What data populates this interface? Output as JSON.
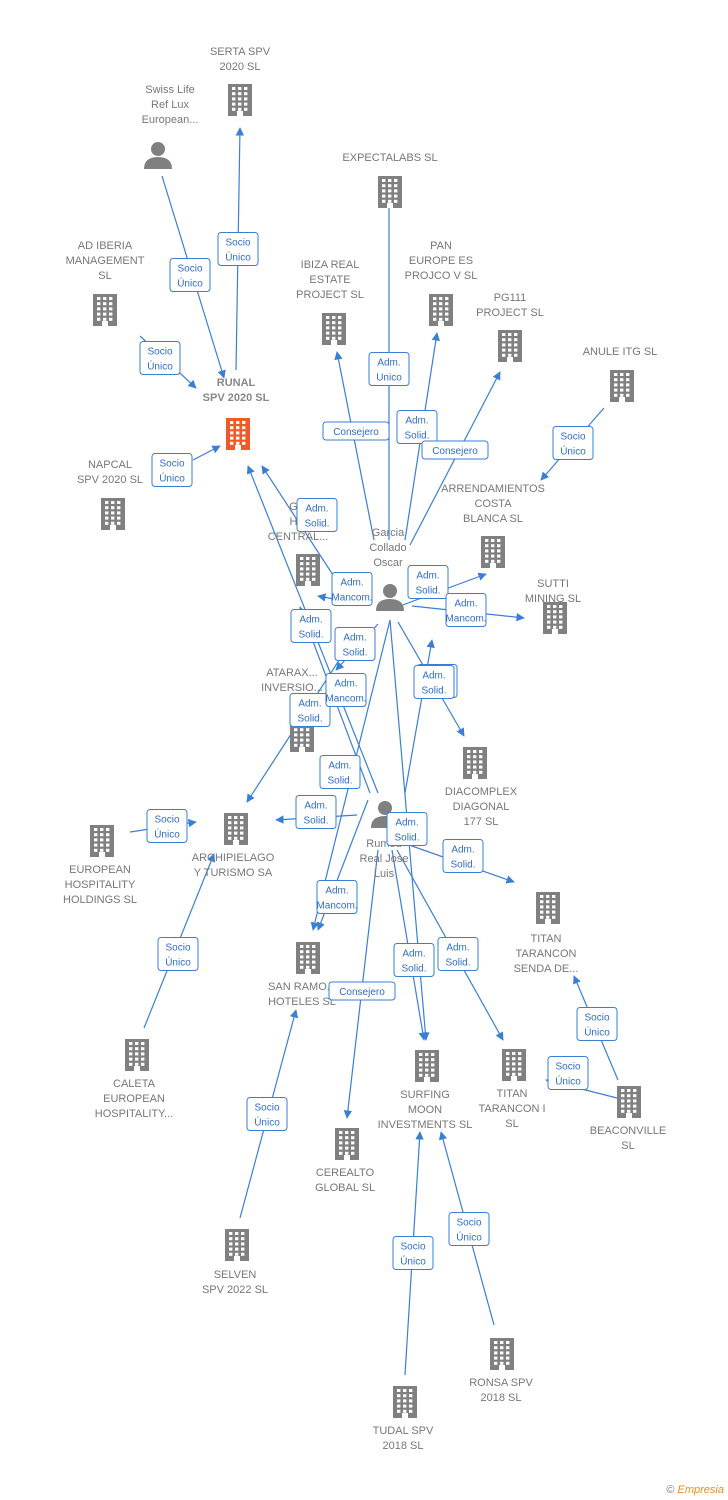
{
  "nodes": [
    {
      "id": "serta",
      "type": "company",
      "lines": [
        "SERTA SPV",
        "2020  SL"
      ]
    },
    {
      "id": "swiss",
      "type": "person",
      "lines": [
        "Swiss Life",
        "Ref Lux",
        "European..."
      ]
    },
    {
      "id": "expectalabs",
      "type": "company",
      "lines": [
        "EXPECTALABS SL"
      ]
    },
    {
      "id": "adiberia",
      "type": "company",
      "lines": [
        "AD IBERIA",
        "MANAGEMENT",
        "SL"
      ]
    },
    {
      "id": "pan",
      "type": "company",
      "lines": [
        "PAN",
        "EUROPE ES",
        "PROJCO V SL"
      ]
    },
    {
      "id": "ibiza",
      "type": "company",
      "lines": [
        "IBIZA REAL",
        "ESTATE",
        "PROJECT  SL"
      ]
    },
    {
      "id": "pg111",
      "type": "company",
      "lines": [
        "PG111",
        "PROJECT  SL"
      ]
    },
    {
      "id": "anule",
      "type": "company",
      "lines": [
        "ANULE ITG  SL"
      ]
    },
    {
      "id": "runal",
      "type": "focus",
      "lines": [
        "RUNAL",
        "SPV 2020  SL"
      ]
    },
    {
      "id": "napcal",
      "type": "company",
      "lines": [
        "NAPCAL",
        "SPV 2020  SL"
      ]
    },
    {
      "id": "arrend",
      "type": "company",
      "lines": [
        "ARRENDAMIENTOS",
        "COSTA",
        "BLANCA SL"
      ]
    },
    {
      "id": "garcia",
      "type": "person",
      "lines": [
        "Garcia",
        "Collado",
        "Oscar"
      ]
    },
    {
      "id": "gcentral",
      "type": "company",
      "lines": [
        "G...",
        "H...",
        "CENTRAL..."
      ]
    },
    {
      "id": "sutti",
      "type": "company",
      "lines": [
        "SUTTI",
        "MINING SL"
      ]
    },
    {
      "id": "atarax",
      "type": "company",
      "lines": [
        "ATARAX...",
        "INVERSIO..."
      ]
    },
    {
      "id": "diacomplex",
      "type": "company",
      "lines": [
        "DIACOMPLEX",
        "DIAGONAL",
        "177  SL"
      ]
    },
    {
      "id": "european",
      "type": "company",
      "lines": [
        "EUROPEAN",
        "HOSPITALITY",
        "HOLDINGS  SL"
      ]
    },
    {
      "id": "archip",
      "type": "company",
      "lines": [
        "ARCHIPIELAGO",
        "Y TURISMO SA"
      ]
    },
    {
      "id": "rumeu",
      "type": "person",
      "lines": [
        "Rumeu",
        "Real Jose",
        "Luis"
      ]
    },
    {
      "id": "titansenda",
      "type": "company",
      "lines": [
        "TITAN",
        "TARANCON",
        "SENDA DE..."
      ]
    },
    {
      "id": "sanramon",
      "type": "company",
      "lines": [
        "SAN RAMO...",
        "HOTELES SL"
      ]
    },
    {
      "id": "caleta",
      "type": "company",
      "lines": [
        "CALETA",
        "EUROPEAN",
        "HOSPITALITY..."
      ]
    },
    {
      "id": "surfing",
      "type": "company",
      "lines": [
        "SURFING",
        "MOON",
        "INVESTMENTS SL"
      ]
    },
    {
      "id": "titani",
      "type": "company",
      "lines": [
        "TITAN",
        "TARANCON I",
        "SL"
      ]
    },
    {
      "id": "beaconville",
      "type": "company",
      "lines": [
        "BEACONVILLE",
        "SL"
      ]
    },
    {
      "id": "cerealto",
      "type": "company",
      "lines": [
        "CEREALTO",
        "GLOBAL  SL"
      ]
    },
    {
      "id": "selven",
      "type": "company",
      "lines": [
        "SELVEN",
        "SPV 2022  SL"
      ]
    },
    {
      "id": "ronsa",
      "type": "company",
      "lines": [
        "RONSA SPV",
        "2018  SL"
      ]
    },
    {
      "id": "tudal",
      "type": "company",
      "lines": [
        "TUDAL SPV",
        "2018  SL"
      ]
    }
  ],
  "edges": [
    {
      "from": "runal",
      "to": "serta",
      "label": [
        "Socio",
        "Único"
      ]
    },
    {
      "from": "swiss",
      "to": "runal",
      "label": [
        "Socio",
        "Único"
      ]
    },
    {
      "from": "adiberia",
      "to": "runal",
      "label": [
        "Socio",
        "Único"
      ]
    },
    {
      "from": "napcal",
      "to": "runal",
      "label": [
        "Socio",
        "Único"
      ]
    },
    {
      "from": "garcia",
      "to": "expectalabs",
      "label": [
        "Adm.",
        "Unico"
      ]
    },
    {
      "from": "garcia",
      "to": "ibiza",
      "label": [
        "Consejero"
      ]
    },
    {
      "from": "garcia",
      "to": "pan",
      "label": [
        "Adm.",
        "Solid."
      ]
    },
    {
      "from": "garcia",
      "to": "pg111",
      "label": [
        "Consejero"
      ]
    },
    {
      "from": "anule",
      "to": "arrend",
      "label": [
        "Socio",
        "Único"
      ]
    },
    {
      "from": "garcia",
      "to": "runal",
      "label": [
        "Adm.",
        "Solid."
      ]
    },
    {
      "from": "garcia",
      "to": "gcentral",
      "label": [
        "Adm.",
        "Mancom."
      ]
    },
    {
      "from": "garcia",
      "to": "arrend",
      "label": [
        "Adm.",
        "Solid."
      ]
    },
    {
      "from": "garcia",
      "to": "sutti",
      "label": [
        "Adm.",
        "Mancom."
      ]
    },
    {
      "from": "garcia",
      "to": "atarax",
      "label": [
        "Adm.",
        "Solid."
      ]
    },
    {
      "from": "garcia",
      "to": "diacomplex",
      "label": [
        "Adm.",
        "Solid."
      ]
    },
    {
      "from": "garcia",
      "to": "archip",
      "label": [
        "Adm.",
        "Solid."
      ]
    },
    {
      "from": "garcia",
      "to": "sanramon",
      "label": [
        "Adm.",
        "Mancom."
      ]
    },
    {
      "from": "garcia",
      "to": "surfing",
      "label": [
        "Adm.",
        "Solid."
      ]
    },
    {
      "from": "rumeu",
      "to": "gcentral",
      "label": [
        "Adm.",
        "Solid."
      ]
    },
    {
      "from": "rumeu",
      "to": "runal",
      "label": [
        "Adm.",
        "Solid."
      ]
    },
    {
      "from": "rumeu",
      "to": "arrend",
      "label": [
        "Adm.",
        "Solid."
      ]
    },
    {
      "from": "rumeu",
      "to": "archip",
      "label": [
        "Adm.",
        "Solid."
      ]
    },
    {
      "from": "rumeu",
      "to": "titansenda",
      "label": [
        "Adm.",
        "Solid."
      ]
    },
    {
      "from": "rumeu",
      "to": "titani",
      "label": [
        "Adm.",
        "Solid."
      ]
    },
    {
      "from": "rumeu",
      "to": "surfing",
      "label": [
        "Adm.",
        "Solid."
      ]
    },
    {
      "from": "rumeu",
      "to": "cerealto",
      "label": [
        "Consejero"
      ]
    },
    {
      "from": "rumeu",
      "to": "sanramon",
      "label": [
        "Adm.",
        "Mancom."
      ]
    },
    {
      "from": "european",
      "to": "archip",
      "label": [
        "Socio",
        "Único"
      ]
    },
    {
      "from": "caleta",
      "to": "archip",
      "label": [
        "Socio",
        "Único"
      ]
    },
    {
      "from": "selven",
      "to": "sanramon",
      "label": [
        "Socio",
        "Único"
      ]
    },
    {
      "from": "beaconville",
      "to": "titansenda",
      "label": [
        "Socio",
        "Único"
      ]
    },
    {
      "from": "beaconville",
      "to": "titani",
      "label": [
        "Socio",
        "Único"
      ]
    },
    {
      "from": "tudal",
      "to": "surfing",
      "label": [
        "Socio",
        "Único"
      ]
    },
    {
      "from": "ronsa",
      "to": "surfing",
      "label": [
        "Socio",
        "Único"
      ]
    }
  ],
  "colors": {
    "edge": "#3a7fd5",
    "company": "#808080",
    "focus": "#f05a28",
    "person": "#808080"
  },
  "credit": {
    "symbol": "©",
    "brand": "Empresia"
  }
}
